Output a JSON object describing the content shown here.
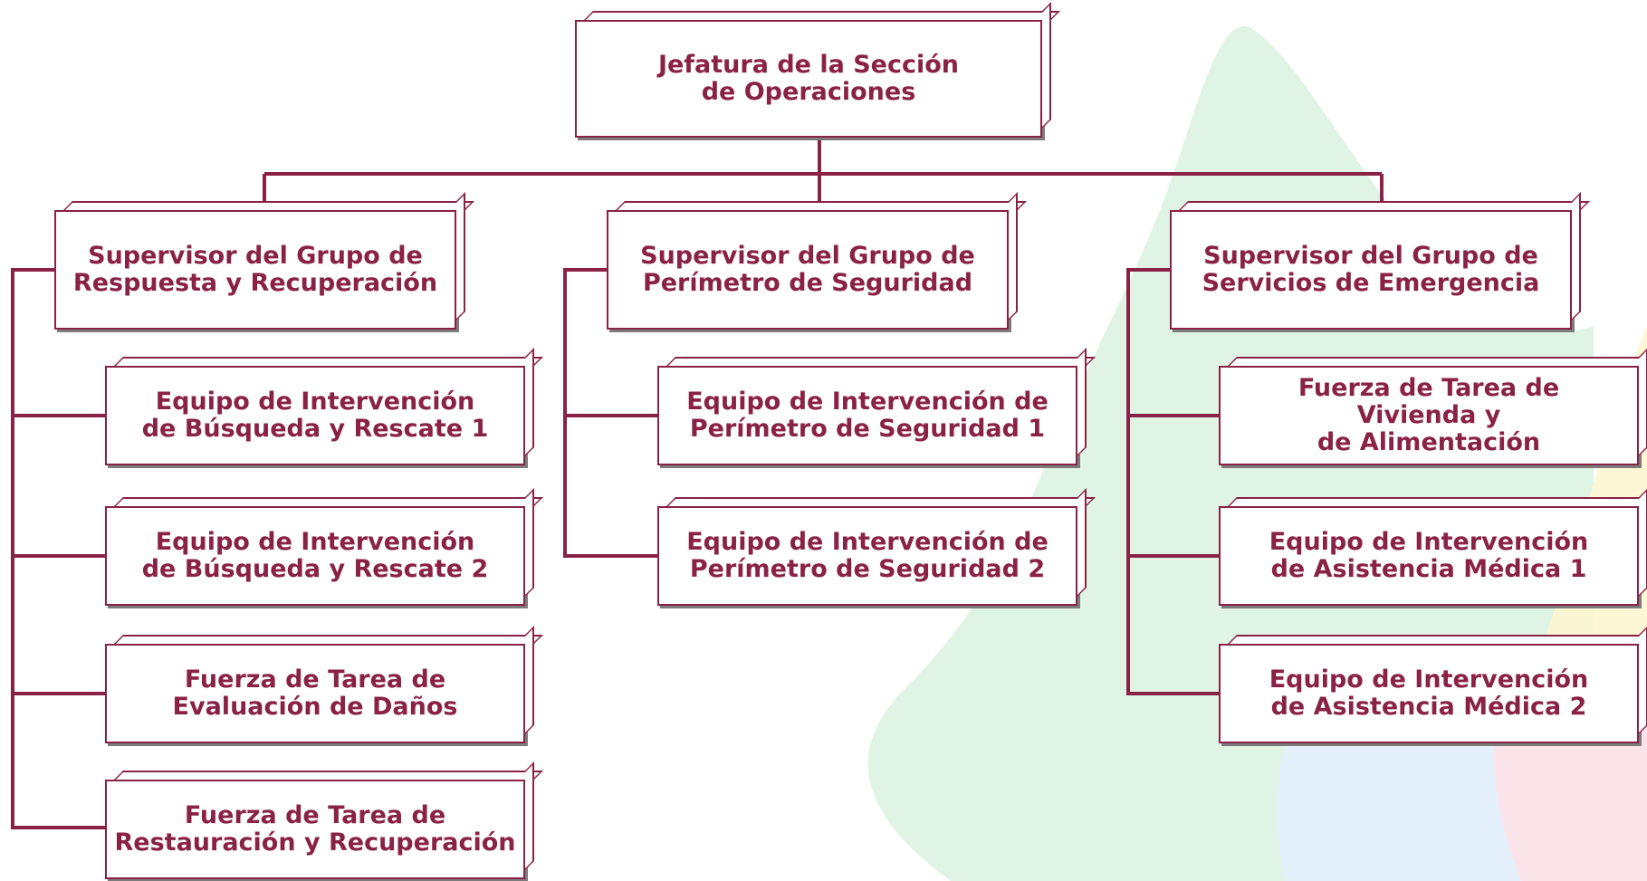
{
  "colors": {
    "accent": "#8a2246",
    "shadow": "#7c7c7c"
  },
  "chief": {
    "label": "Jefatura de la Sección\nde Operaciones"
  },
  "groups": [
    {
      "label": "Supervisor del Grupo de\nRespuesta y Recuperación",
      "units": [
        "Equipo de Intervención\nde Búsqueda y Rescate 1",
        "Equipo de Intervención\nde Búsqueda y Rescate 2",
        "Fuerza de Tarea de\nEvaluación de Daños",
        "Fuerza de Tarea de\nRestauración y Recuperación"
      ]
    },
    {
      "label": "Supervisor del Grupo de\nPerímetro de Seguridad",
      "units": [
        "Equipo de Intervención de\nPerímetro de Seguridad 1",
        "Equipo de Intervención de\nPerímetro de Seguridad 2"
      ]
    },
    {
      "label": "Supervisor del Grupo de\nServicios de Emergencia",
      "units": [
        "Fuerza de Tarea de\nVivienda y\nde Alimentación",
        "Equipo de Intervención\nde Asistencia Médica 1",
        "Equipo de Intervención\nde Asistencia Médica 2"
      ]
    }
  ]
}
